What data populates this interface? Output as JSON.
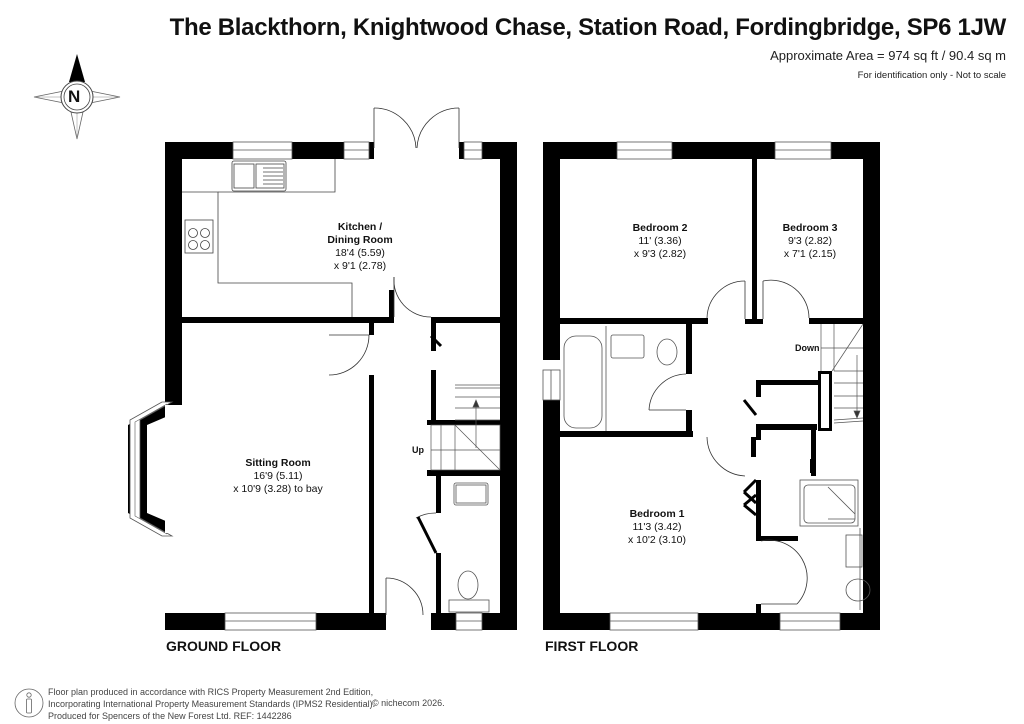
{
  "header": {
    "title": "The Blackthorn, Knightwood Chase, Station Road, Fordingbridge, SP6 1JW",
    "area": "Approximate Area = 974 sq ft / 90.4 sq m",
    "disclaimer": "For identification only - Not to scale"
  },
  "compass": {
    "label": "N"
  },
  "ground_floor": {
    "label": "GROUND FLOOR",
    "rooms": [
      {
        "name": "Kitchen /",
        "name2": "Dining Room",
        "dim1": "18'4 (5.59)",
        "dim2": "x 9'1 (2.78)"
      },
      {
        "name": "Sitting Room",
        "dim1": "16'9 (5.11)",
        "dim2": "x 10'9 (3.28) to bay"
      }
    ],
    "stairs_label": "Up"
  },
  "first_floor": {
    "label": "FIRST FLOOR",
    "rooms": [
      {
        "name": "Bedroom 2",
        "dim1": "11' (3.36)",
        "dim2": "x 9'3 (2.82)"
      },
      {
        "name": "Bedroom 3",
        "dim1": "9'3 (2.82)",
        "dim2": "x 7'1 (2.15)"
      },
      {
        "name": "Bedroom 1",
        "dim1": "11'3 (3.42)",
        "dim2": "x 10'2 (3.10)"
      }
    ],
    "stairs_label": "Down"
  },
  "footer": {
    "line1": "Floor plan produced in accordance with RICS Property Measurement 2nd Edition,",
    "line2": "Incorporating International Property Measurement Standards (IPMS2 Residential).",
    "line3": "Produced for Spencers of the New Forest Ltd.   REF:  1442286",
    "copyright": "© nichecom 2026."
  },
  "colors": {
    "wall": "#000000",
    "fixture": "#555555",
    "background": "#ffffff"
  }
}
